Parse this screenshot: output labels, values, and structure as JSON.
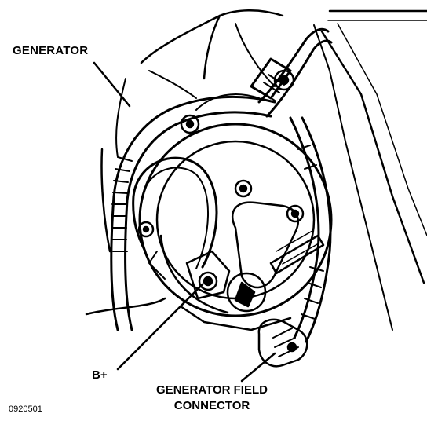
{
  "labels": {
    "generator": "GENERATOR",
    "b_plus": "B+",
    "field_connector_line1": "GENERATOR FIELD",
    "field_connector_line2": "CONNECTOR",
    "figure_code": "0920501"
  },
  "colors": {
    "ink": "#000000",
    "paper": "#ffffff"
  }
}
